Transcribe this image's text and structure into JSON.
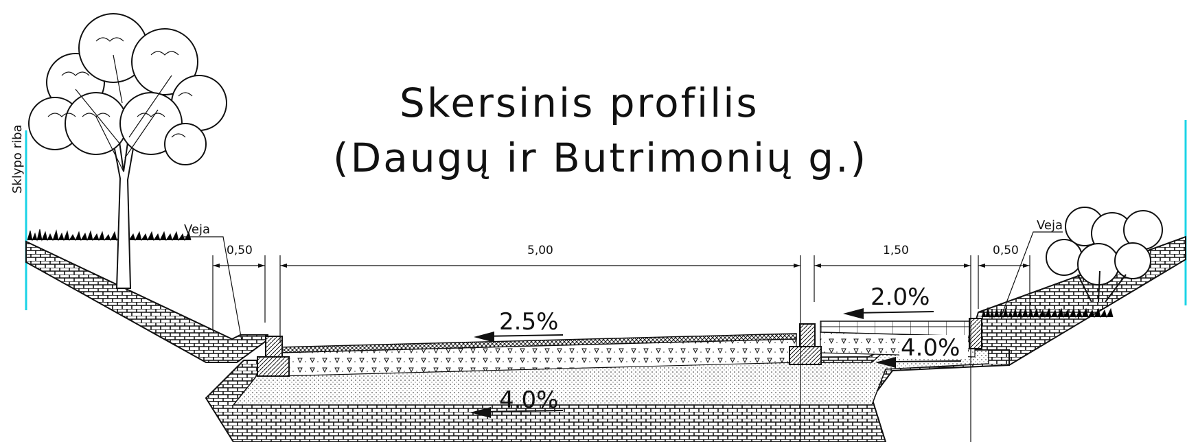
{
  "title_line1": "Skersinis profilis",
  "title_line2": "(Daugų ir Butrimonių g.)",
  "labels": {
    "plot_boundary": "Sklypo riba",
    "lawn_left": "Veja",
    "lawn_right": "Veja"
  },
  "dimensions": {
    "left_verge": "0,50",
    "roadway": "5,00",
    "sidewalk": "1,50",
    "right_verge": "0,50"
  },
  "slopes": {
    "roadway": "2.5%",
    "subbase_left": "4.0%",
    "sidewalk": "2.0%",
    "subbase_right": "4.0%"
  },
  "colors": {
    "ink": "#111111",
    "plot_boundary": "#19d3e6"
  },
  "icons": [
    "tree-icon",
    "shrub-icon",
    "grass-icon",
    "arrow-left-icon"
  ]
}
